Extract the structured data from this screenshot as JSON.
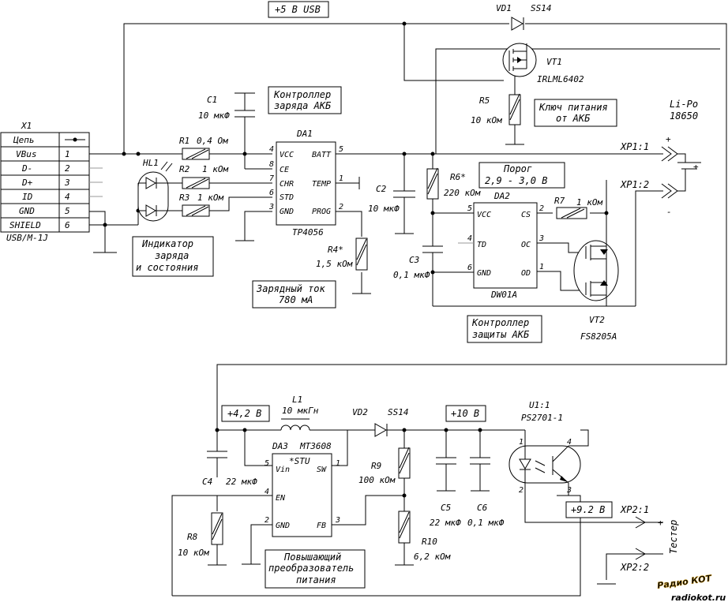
{
  "labels": {
    "usb5v": "+5 В USB",
    "vd1": "VD1",
    "vd1_part": "SS14",
    "vt1": "VT1",
    "vt1_part": "IRLML6402",
    "r5": "R5",
    "r5_val": "10 кОм",
    "key_box": [
      "Ключ питания",
      "от АКБ"
    ],
    "battery": [
      "Li-Po",
      "18650"
    ],
    "c1": "C1",
    "c1_val": "10 мкФ",
    "charger_box": [
      "Контроллер",
      "заряда АКБ"
    ],
    "da1": "DA1",
    "tp4056": "TP4056",
    "x1": "X1",
    "x1_model": "USB/M-1J",
    "x1_header": "Цепь",
    "x1_rows": [
      {
        "name": "VBus",
        "pin": "1"
      },
      {
        "name": "D-",
        "pin": "2"
      },
      {
        "name": "D+",
        "pin": "3"
      },
      {
        "name": "ID",
        "pin": "4"
      },
      {
        "name": "GND",
        "pin": "5"
      },
      {
        "name": "SHIELD",
        "pin": "6"
      }
    ],
    "r1": "R1",
    "r1_val": "0,4 Ом",
    "hl1": "HL1",
    "r2": "R2",
    "r2_val": "1 кОм",
    "r3": "R3",
    "r3_val": "1 кОм",
    "indicator_box": [
      "Индикатор",
      "заряда",
      "и состояния"
    ],
    "da1_left_pins": [
      {
        "n": "4",
        "name": "VCC"
      },
      {
        "n": "8",
        "name": "CE"
      },
      {
        "n": "7",
        "name": "CHR"
      },
      {
        "n": "6",
        "name": "STD"
      },
      {
        "n": "3",
        "name": "GND"
      }
    ],
    "da1_right_pins": [
      {
        "n": "5",
        "name": "BATT"
      },
      {
        "n": "1",
        "name": "TEMP"
      },
      {
        "n": "2",
        "name": "PROG"
      }
    ],
    "r4": "R4*",
    "r4_val": "1,5 кОм",
    "charge_current_box": [
      "Зарядный ток",
      "780 мА"
    ],
    "c2": "C2",
    "c2_val": "10 мкФ",
    "xp11": "XP1:1",
    "xp12": "XP1:2",
    "plus": "+",
    "minus": "-",
    "r6": "R6*",
    "r6_val": "220 кОм",
    "threshold_box": [
      "Порог",
      "2,9 - 3,0 В"
    ],
    "da2": "DA2",
    "dw01a": "DW01A",
    "da2_left_pins": [
      {
        "n": "5",
        "name": "VCC"
      },
      {
        "n": "4",
        "name": "TD"
      },
      {
        "n": "6",
        "name": "GND"
      }
    ],
    "da2_right_pins": [
      {
        "n": "2",
        "name": "CS"
      },
      {
        "n": "3",
        "name": "OC"
      },
      {
        "n": "1",
        "name": "OD"
      }
    ],
    "r7": "R7",
    "r7_val": "1 кОм",
    "c3": "C3",
    "c3_val": "0,1 мкФ",
    "protect_box": [
      "Контроллер",
      "защиты АКБ"
    ],
    "vt2": "VT2",
    "vt2_part": "FS8205A",
    "v42_box": "+4,2 В",
    "l1": "L1",
    "l1_val": "10 мкГн",
    "vd2": "VD2",
    "vd2_part": "SS14",
    "v10_box": "+10 В",
    "u11": "U1:1",
    "u11_part": "PS2701-1",
    "da3": "DA3",
    "da3_part": "MT3608",
    "da3_stu": "*STU",
    "da3_pins": [
      {
        "n": "5",
        "name": "Vin"
      },
      {
        "n": "1",
        "name": "SW"
      },
      {
        "n": "4",
        "name": "EN"
      },
      {
        "n": "2",
        "name": "GND"
      },
      {
        "n": "3",
        "name": "FB"
      }
    ],
    "c4": "C4",
    "c4_val": "22 мкФ",
    "r9": "R9",
    "r9_val": "100 кОм",
    "c5": "C5",
    "c5_val": "22 мкФ",
    "c6": "C6",
    "c6_val": "0,1 мкФ",
    "r8": "R8",
    "r8_val": "10 кОм",
    "r10": "R10",
    "r10_val": "6,2 кОм",
    "boost_box": [
      "Повышающий",
      "преобразователь",
      "питания"
    ],
    "v92_box": "+9.2 В",
    "xp21": "XP2:1",
    "xp22": "XP2:2",
    "tester": "Тестер",
    "u1_pins": [
      "1",
      "2",
      "3",
      "4"
    ],
    "watermark": "Радио КОТ",
    "watermark_site": "radiokot.ru"
  }
}
